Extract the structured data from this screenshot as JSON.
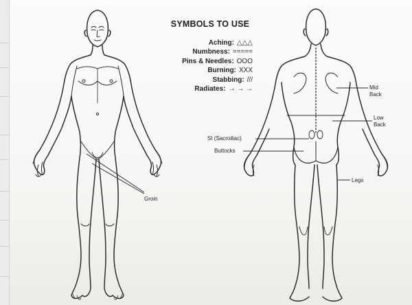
{
  "legend": {
    "title": "SYMBOLS TO USE",
    "items": [
      {
        "label": "Aching:",
        "symbol": "△△△"
      },
      {
        "label": "Numbness:",
        "symbol": "====="
      },
      {
        "label": "Pins & Needles:",
        "symbol": "OOO"
      },
      {
        "label": "Burning:",
        "symbol": "XXX"
      },
      {
        "label": "Stabbing:",
        "symbol": "///"
      },
      {
        "label": "Radiates:",
        "symbol": "→ → →"
      }
    ]
  },
  "front_labels": {
    "groin": "Groin"
  },
  "back_labels": {
    "mid_back_1": "Mid",
    "mid_back_2": "Back",
    "low_back_1": "Low",
    "low_back_2": "Back",
    "si": "SI (Sacroiliac)",
    "buttocks": "Buttocks",
    "legs": "Legs"
  }
}
